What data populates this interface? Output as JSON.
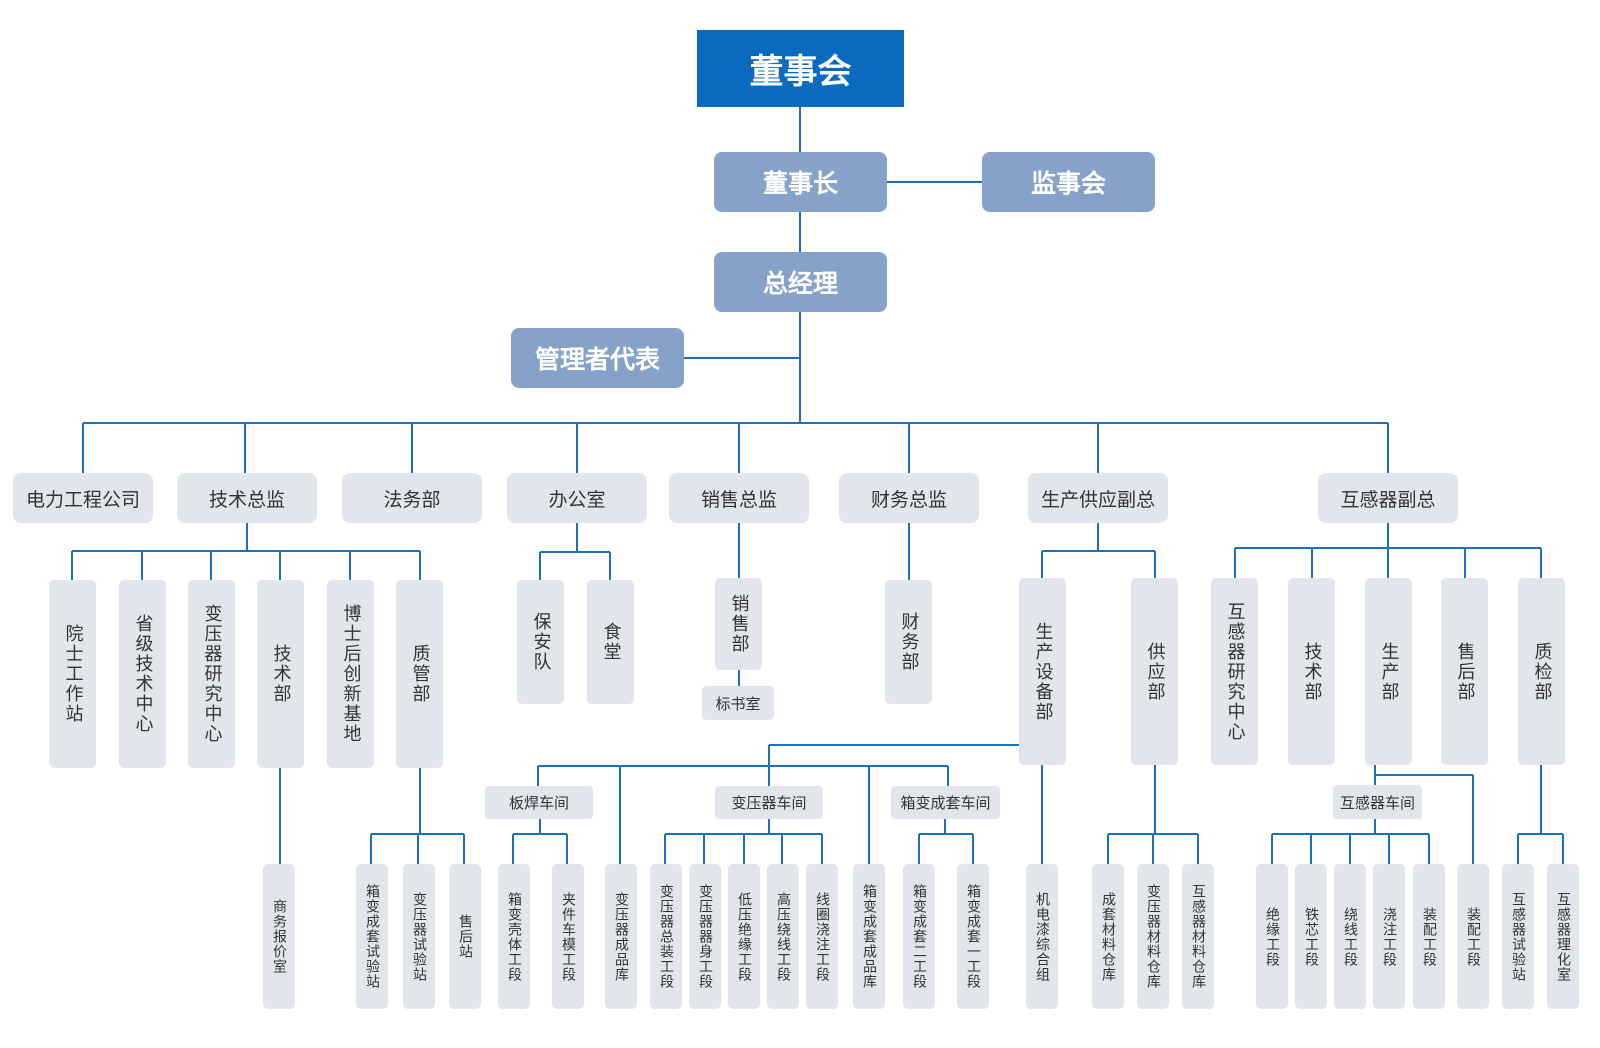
{
  "top": {
    "board": "董事会"
  },
  "exec": {
    "chairman": "董事长",
    "supervisors": "监事会",
    "gm": "总经理",
    "rep": "管理者代表"
  },
  "depts": {
    "d1": "电力工程公司",
    "d2": "技术总监",
    "d3": "法务部",
    "d4": "办公室",
    "d5": "销售总监",
    "d6": "财务总监",
    "d7": "生产供应副总",
    "d8": "互感器副总"
  },
  "tech": {
    "t1": "院士工作站",
    "t2": "省级技术中心",
    "t3": "变压器研究中心",
    "t4": "技术部",
    "t5": "博士后创新基地",
    "t6": "质管部"
  },
  "office": {
    "o1": "保安队",
    "o2": "食堂"
  },
  "sales": {
    "s1": "销售部",
    "s2": "标书室"
  },
  "finance": {
    "f1": "财务部"
  },
  "prod": {
    "p1": "生产设备部",
    "p2": "供应部"
  },
  "ct": {
    "c1": "互感器研究中心",
    "c2": "技术部",
    "c3": "生产部",
    "c4": "售后部",
    "c5": "质检部"
  },
  "bottom": {
    "b1": "商务报价室",
    "b2": "箱变成套试验站",
    "b3": "变压器试验站",
    "b4": "售后站",
    "b5": "箱变壳体工段",
    "b6": "夹件车模工段",
    "b7": "变压器成品库",
    "b8": "变压器总装工段",
    "b9": "变压器器身工段",
    "b10": "低压绝缘工段",
    "b11": "高压绕线工段",
    "b12": "线圈浇注工段",
    "b13": "箱变成套成品库",
    "b14": "箱变成套二工段",
    "b15": "箱变成套一工段",
    "b16": "机电漆综合组",
    "b17": "成套材料仓库",
    "b18": "变压器材料仓库",
    "b19": "互感器材料仓库",
    "b20": "绝缘工段",
    "b21": "铁芯工段",
    "b22": "绕线工段",
    "b23": "浇注工段",
    "b24": "装配工段",
    "b25": "装配工段",
    "b26": "互感器试验站",
    "b27": "互感器理化室"
  },
  "workshops": {
    "w1": "板焊车间",
    "w2": "变压器车间",
    "w3": "箱变成套车间",
    "w4": "互感器车间"
  },
  "colors": {
    "line": "#1b6fbd",
    "board": "#0a6abf",
    "exec": "#86a2c8",
    "dept": "#e2e6ec"
  }
}
